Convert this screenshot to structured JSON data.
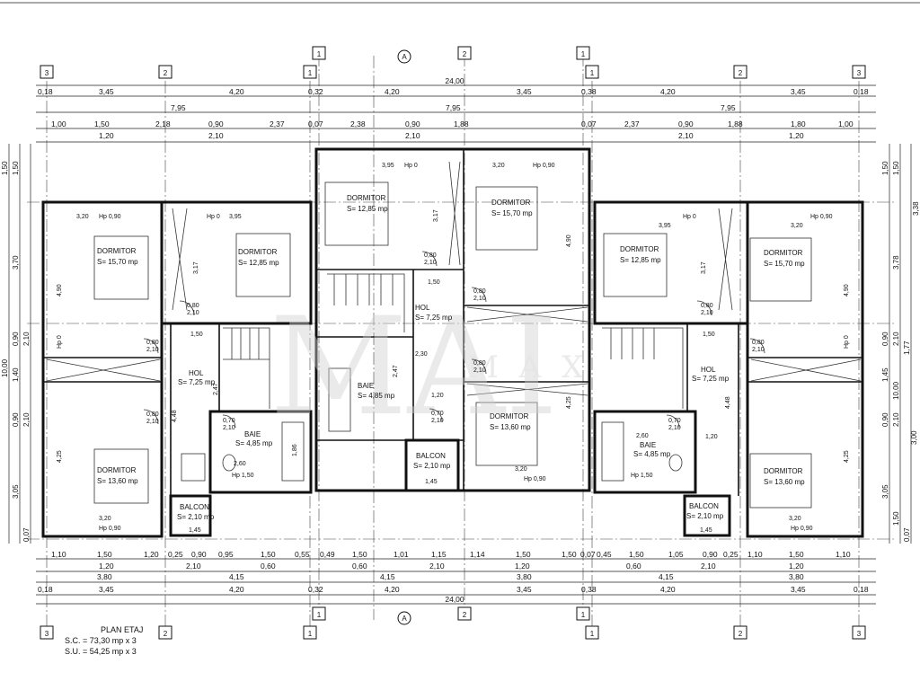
{
  "top_grid_labels": [
    "3",
    "2",
    "1",
    "1",
    "2",
    "1",
    "2",
    "3"
  ],
  "top_dims_row1": [
    "0,18",
    "3,45",
    "4,20",
    "0,32",
    "4,20",
    "3,45",
    "0,38",
    "4,20",
    "3,45",
    "0,18"
  ],
  "total_length": "24,00",
  "top_dims_row2": [
    "7,95",
    "7,95",
    "7,95"
  ],
  "top_dims_row3": [
    "1,00",
    "1,50",
    "2,18",
    "0,90",
    "2,37",
    "0,07",
    "2,38",
    "0,90",
    "1,88",
    "0,07",
    "2,37",
    "0,90",
    "1,88",
    "1,80",
    "1,00"
  ],
  "top_dims_row4": [
    "1,20",
    "2,10",
    "2,10",
    "2,10",
    "1,20"
  ],
  "bottom_dims_row1": [
    "1,10",
    "1,50",
    "1,20",
    "0,25",
    "0,90",
    "0,95",
    "1,50",
    "0,55",
    "0,49",
    "1,50",
    "1,01",
    "1,15",
    "1,14",
    "1,50",
    "1,50",
    "0,07",
    "0,45",
    "1,50",
    "1,05",
    "0,90",
    "0,25",
    "1,10",
    "1,50",
    "1,10"
  ],
  "bottom_dims_row2": [
    "1,20",
    "2,10",
    "0,60",
    "0,60",
    "2,10",
    "1,20",
    "0,60",
    "2,10",
    "1,20"
  ],
  "bottom_dims_row3": [
    "3,80",
    "4,15",
    "4,15",
    "3,80",
    "4,15",
    "3,80"
  ],
  "bottom_dims_row4": [
    "0,18",
    "3,45",
    "4,20",
    "0,32",
    "4,20",
    "3,45",
    "0,38",
    "4,20",
    "3,45",
    "0,18"
  ],
  "axis_label": "A",
  "left_dims": [
    "1,50",
    "1,50",
    "3,70",
    "0,90",
    "2,10",
    "10,00",
    "1,40",
    "0,90",
    "2,10",
    "3,05",
    "0,07"
  ],
  "right_dims": [
    "1,50",
    "1,50",
    "3,38",
    "3,78",
    "0,90",
    "2,10",
    "1,77",
    "1,45",
    "10,00",
    "0,90",
    "2,10",
    "3,00",
    "3,05",
    "1,50",
    "0,07"
  ],
  "room_dims": [
    "3,20",
    "Hp 0,90",
    "Hp 0",
    "3,95",
    "3,95",
    "Hp 0",
    "3,20",
    "Hp 0,90",
    "3,95",
    "Hp 0",
    "3,20",
    "Hp 0,90",
    "4,90",
    "3,17",
    "3,17",
    "4,90",
    "4,90",
    "3,17",
    "3,17",
    "4,90",
    "1,50",
    "1,50",
    "1,50",
    "2,30",
    "1,20",
    "1,20",
    "2,60",
    "Hp 1,50",
    "2,60",
    "Hp 1,50",
    "4,48",
    "4,25",
    "4,25",
    "4,48",
    "4,25",
    "3,20",
    "Hp 0,90",
    "3,20",
    "Hp 0,90",
    "3,20",
    "Hp 0,90",
    "1,45",
    "1,45",
    "1,45",
    "1,86",
    "2,47",
    "2,47"
  ],
  "rooms": [
    {
      "name": "DORMITOR",
      "area": "S= 15,70 mp"
    },
    {
      "name": "DORMITOR",
      "area": "S= 12,85 mp"
    },
    {
      "name": "DORMITOR",
      "area": "S= 12,85 mp"
    },
    {
      "name": "DORMITOR",
      "area": "S= 15,70 mp"
    },
    {
      "name": "DORMITOR",
      "area": "S= 12,85 mp"
    },
    {
      "name": "DORMITOR",
      "area": "S= 15,70 mp"
    },
    {
      "name": "HOL",
      "area": "S= 7,25 mp"
    },
    {
      "name": "HOL",
      "area": "S= 7,25 mp"
    },
    {
      "name": "HOL",
      "area": "S= 7,25 mp"
    },
    {
      "name": "BAIE",
      "area": "S= 4,85 mp"
    },
    {
      "name": "BAIE",
      "area": "S= 4,85 mp"
    },
    {
      "name": "BAIE",
      "area": "S= 4,85 mp"
    },
    {
      "name": "DORMITOR",
      "area": "S= 13,60 mp"
    },
    {
      "name": "DORMITOR",
      "area": "S= 13,60 mp"
    },
    {
      "name": "DORMITOR",
      "area": "S= 13,60 mp"
    },
    {
      "name": "BALCON",
      "area": "S= 2,10 mp"
    },
    {
      "name": "BALCON",
      "area": "S= 2,10 mp"
    },
    {
      "name": "BALCON",
      "area": "S= 2,10 mp"
    }
  ],
  "doors": [
    "0,80",
    "2,10",
    "0,80",
    "2,10",
    "0,80",
    "2,10",
    "0,80",
    "2,10",
    "0,80",
    "2,10",
    "0,80",
    "2,10",
    "0,80",
    "2,10",
    "0,80",
    "2,10",
    "0,70",
    "2,10",
    "0,70",
    "2,10",
    "0,70",
    "2,10"
  ],
  "watermark": {
    "main": "MAI",
    "sub": "M A X"
  },
  "footer": {
    "title": "PLAN ETAJ",
    "sc": "S.C. = 73,30 mp x 3",
    "su": "S.U. = 54,25 mp x 3"
  }
}
